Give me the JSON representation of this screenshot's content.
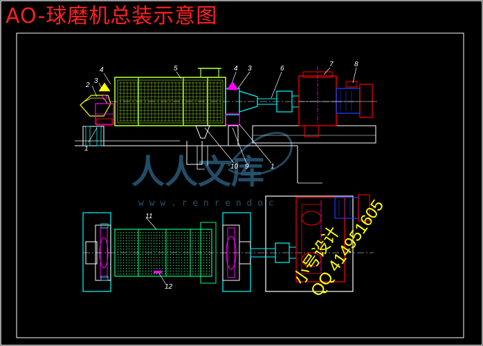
{
  "title": "AO-球磨机总装示意图",
  "part_labels": [
    "1",
    "2",
    "3",
    "4",
    "5",
    "4",
    "3",
    "6",
    "7",
    "8",
    "10",
    "9",
    "1",
    "11",
    "12"
  ],
  "watermark": {
    "text": "人人文库",
    "url": "w w w . r e n r e n d o c"
  },
  "stamp": {
    "line1": "小号设计",
    "line2": "QQ 414951605"
  },
  "colors": {
    "background": "#000000",
    "title": "#ff2020",
    "frame": "#ffffff",
    "drum": "#b0ff30",
    "cyan": "#00ffff",
    "magenta": "#ff00ff",
    "red": "#ff0000",
    "blue": "#2040ff",
    "yellow": "#ffff00",
    "watermark": "#2a5a78"
  }
}
